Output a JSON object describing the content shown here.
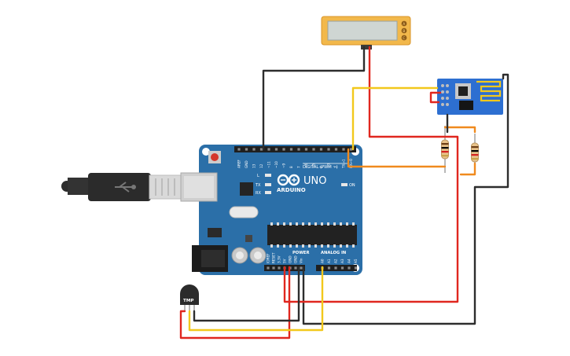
{
  "arduino": {
    "brand": "ARDUINO",
    "model": "UNO",
    "digital_header_label": "DIGITAL (PWM ~)",
    "power_label": "POWER",
    "analog_label": "ANALOG IN",
    "on_label": "ON",
    "led_labels": [
      "L",
      "TX",
      "RX"
    ],
    "top_pins": [
      "AREF",
      "GND",
      "13",
      "12",
      "~11",
      "~10",
      "~9",
      "8",
      "7",
      "~6",
      "~5",
      "4",
      "~3",
      "2",
      "TX→1",
      "RX←0"
    ],
    "power_pins": [
      "IOREF",
      "RESET",
      "3.3V",
      "5V",
      "GND",
      "GND",
      "Vin"
    ],
    "analog_pins": [
      "A0",
      "A1",
      "A2",
      "A3",
      "A4",
      "A5"
    ],
    "color_board": "#2b6fa8"
  },
  "sensor": {
    "label": "TMP"
  },
  "lcd": {
    "buttons": [
      "A",
      "B",
      "C"
    ],
    "color_body": "#f2b84b"
  },
  "wires": {
    "red": "#e0271f",
    "black": "#2d2d2d",
    "yellow": "#f2c81c",
    "orange": "#f08a1e"
  }
}
